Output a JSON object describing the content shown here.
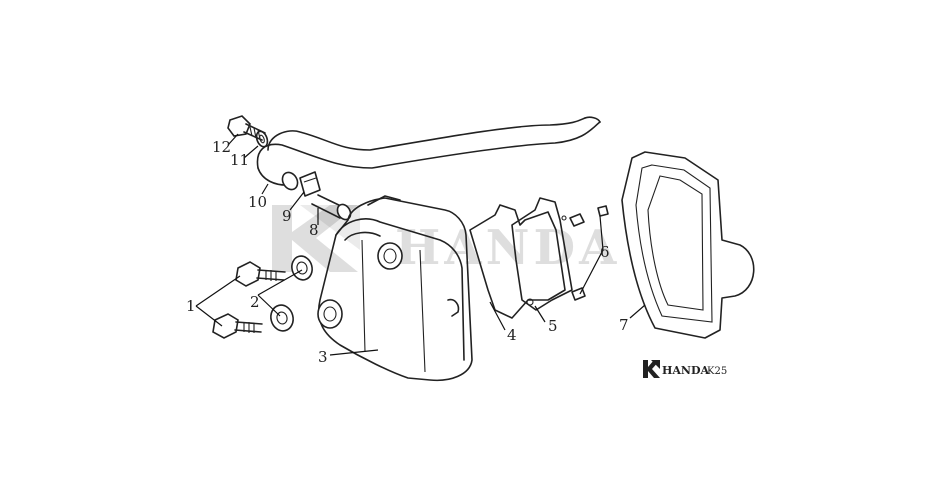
{
  "watermark": {
    "text": "HANDA"
  },
  "brand": {
    "name": "HANDA",
    "model": "K25"
  },
  "callouts": [
    {
      "id": "1",
      "label": "1"
    },
    {
      "id": "2",
      "label": "2"
    },
    {
      "id": "3",
      "label": "3"
    },
    {
      "id": "4",
      "label": "4"
    },
    {
      "id": "5",
      "label": "5"
    },
    {
      "id": "6",
      "label": "6"
    },
    {
      "id": "7",
      "label": "7"
    },
    {
      "id": "8",
      "label": "8"
    },
    {
      "id": "9",
      "label": "9"
    },
    {
      "id": "10",
      "label": "10"
    },
    {
      "id": "11",
      "label": "11"
    },
    {
      "id": "12",
      "label": "12"
    }
  ]
}
